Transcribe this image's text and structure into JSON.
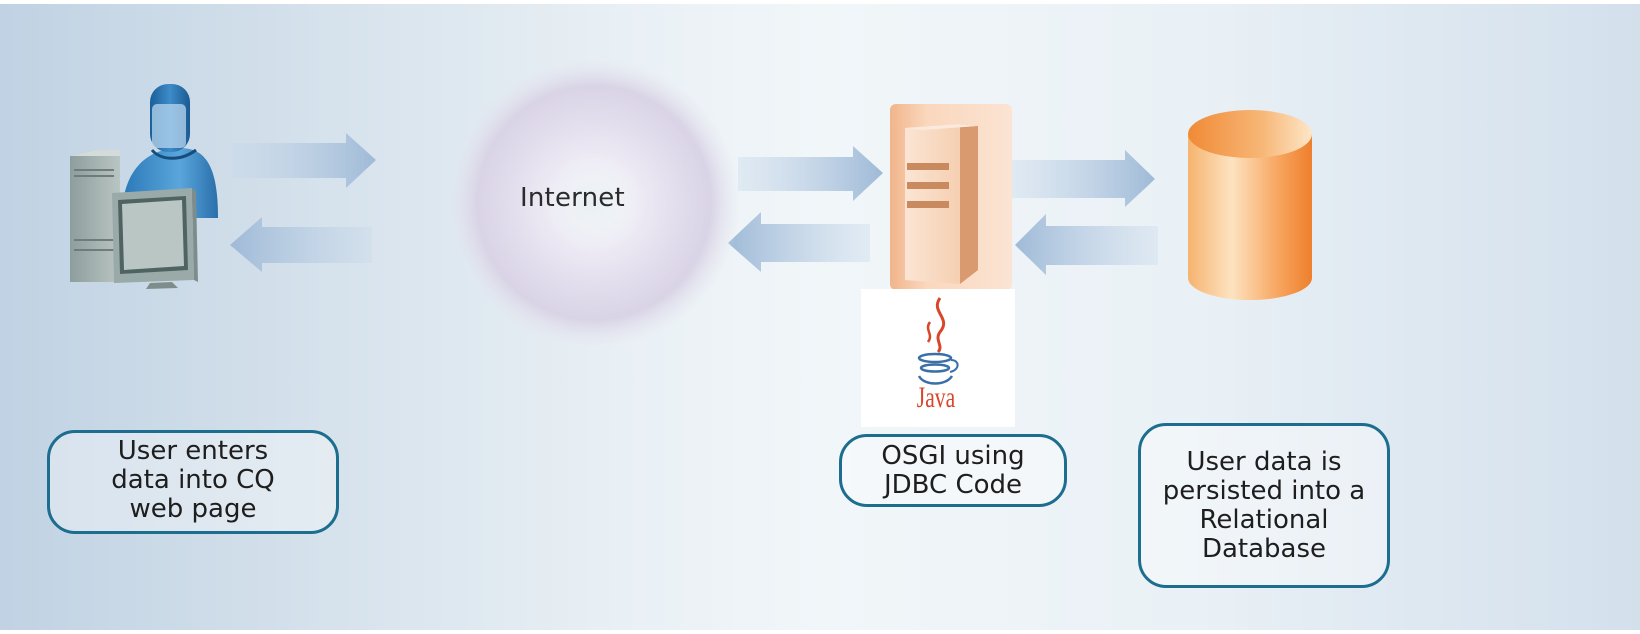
{
  "nodes": {
    "internet": {
      "label": "Internet"
    },
    "java_logo": {
      "text": "Java"
    }
  },
  "captions": {
    "user": "User enters\ndata into CQ\nweb page",
    "osgi": "OSGI using\nJDBC Code",
    "database": "User data is\npersisted into a\nRelational\nDatabase"
  },
  "colors": {
    "arrow": "#a9c2dc",
    "caption_border": "#1c6d8e",
    "database": "#f0883a",
    "server": "#f5cfb1",
    "java_cup": "#d8472a",
    "java_steam": "#3a6fa8"
  },
  "icons": [
    "user-workstation-icon",
    "internet-cloud-icon",
    "server-icon",
    "java-logo-icon",
    "database-cylinder-icon"
  ]
}
